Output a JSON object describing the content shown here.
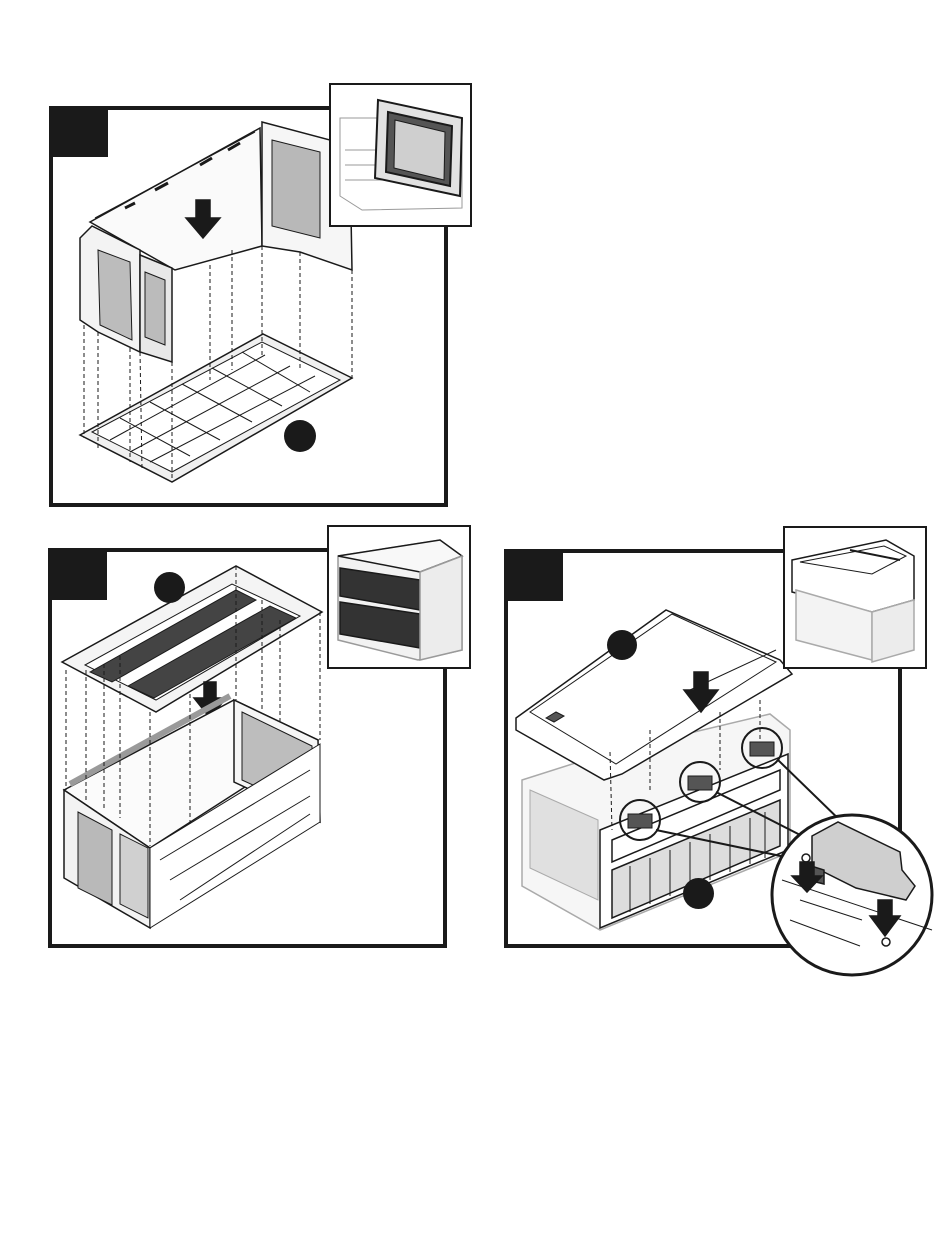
{
  "page": {
    "background": "#ffffff",
    "ink": "#1a1a1a",
    "panel_count": 3
  },
  "panels": [
    {
      "id": "step-a",
      "description_icon": "box-front-panel-install",
      "step_label": "",
      "inset_icon": "box-corner-panel-inset",
      "callouts": 1
    },
    {
      "id": "step-b",
      "description_icon": "box-rim-install",
      "step_label": "",
      "inset_icon": "box-front-detail-inset",
      "callouts": 1
    },
    {
      "id": "step-c",
      "description_icon": "box-lid-install",
      "step_label": "",
      "inset_icon": "box-with-lid-inset",
      "callouts": 2,
      "detail_icon": "hinge-detail-zoom"
    }
  ]
}
